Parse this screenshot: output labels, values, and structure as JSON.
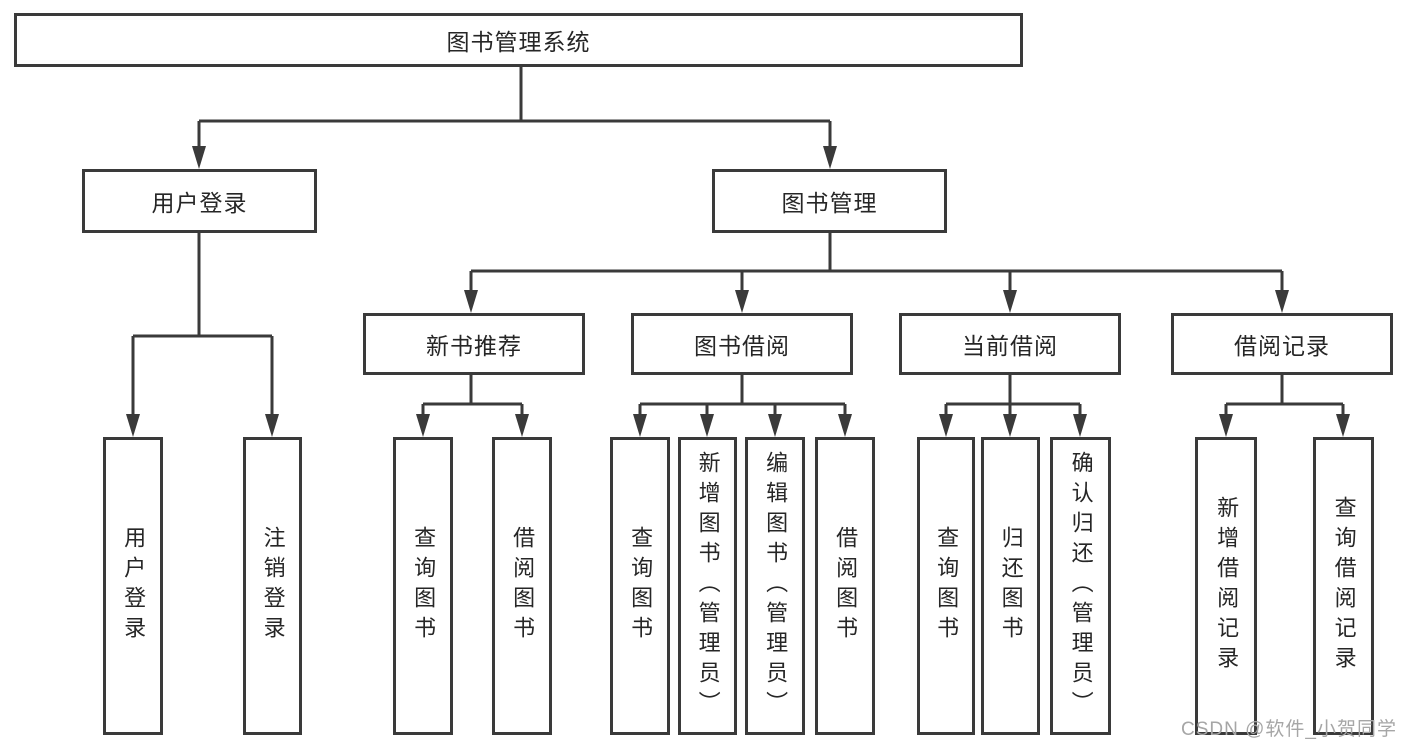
{
  "diagram": {
    "title": "图书管理系统",
    "tree": {
      "root": {
        "label": "图书管理系统"
      },
      "branches": [
        {
          "label": "用户登录",
          "children": [
            {
              "label": "用户登录"
            },
            {
              "label": "注销登录"
            }
          ]
        },
        {
          "label": "图书管理",
          "children": [
            {
              "label": "新书推荐",
              "children": [
                {
                  "label": "查询图书"
                },
                {
                  "label": "借阅图书"
                }
              ]
            },
            {
              "label": "图书借阅",
              "children": [
                {
                  "label": "查询图书"
                },
                {
                  "label": "新增图书（管理员）"
                },
                {
                  "label": "编辑图书（管理员）"
                },
                {
                  "label": "借阅图书"
                }
              ]
            },
            {
              "label": "当前借阅",
              "children": [
                {
                  "label": "查询图书"
                },
                {
                  "label": "归还图书"
                },
                {
                  "label": "确认归还（管理员）"
                }
              ]
            },
            {
              "label": "借阅记录",
              "children": [
                {
                  "label": "新增借阅记录"
                },
                {
                  "label": "查询借阅记录"
                }
              ]
            }
          ]
        }
      ]
    }
  },
  "watermark": {
    "text": "CSDN @软件_小贺同学"
  },
  "colors": {
    "line": "#3a3a3a",
    "border": "#3a3a3a",
    "text": "#262626",
    "watermark": "#a6a6a6",
    "background": "#ffffff"
  }
}
